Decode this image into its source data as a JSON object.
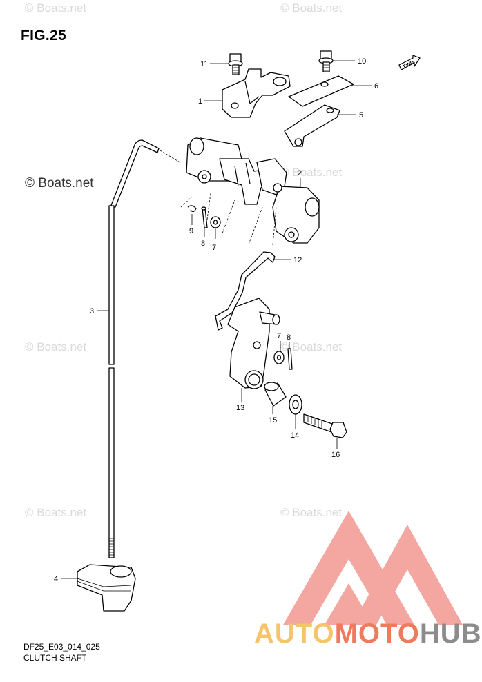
{
  "figure": {
    "title": "FIG.25",
    "diagram_code": "DF25_E03_014_025",
    "diagram_name": "CLUTCH SHAFT",
    "fwd_label": "FWD"
  },
  "watermarks": {
    "text": "© Boats.net",
    "big_text": "© Boats.net"
  },
  "brand": {
    "part1": "AUTO",
    "part2": "MOTO",
    "part3": "HUB",
    "colors": {
      "auto": "#f5c46b",
      "moto": "#ef7a5c",
      "hub": "#8c8c8c",
      "logo": "#f4a6a0"
    }
  },
  "callouts": [
    "11",
    "10",
    "6",
    "1",
    "5",
    "2",
    "9",
    "8",
    "7",
    "12",
    "3",
    "7",
    "8",
    "13",
    "15",
    "14",
    "16",
    "4"
  ]
}
